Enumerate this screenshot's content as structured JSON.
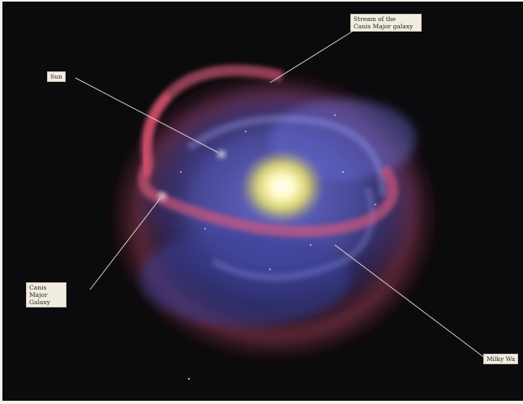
{
  "figure": {
    "labels": {
      "stream": "Stream of the\nCanis Major galaxy",
      "sun": "Sun",
      "canis_major": "Canis Major\nGalaxy",
      "milky_way": "Milky Wa"
    }
  }
}
